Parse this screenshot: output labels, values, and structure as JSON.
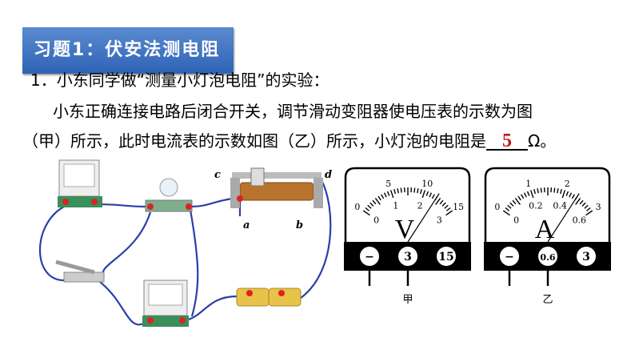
{
  "title": "习题1：伏安法测电阻",
  "question": {
    "line1": "1．小东同学做“测量小灯泡电阻”的实验：",
    "line2": "小东正确连接电路后闭合开关，调节滑动变阻器使电压表的示数为图",
    "line3_pre": "（甲）所示，此时电流表的示数如图（乙）所示，小灯泡的电阻是",
    "answer": "5",
    "unit": "Ω。"
  },
  "circuit": {
    "labels": {
      "c": "c",
      "d": "d",
      "a": "a",
      "b": "b"
    }
  },
  "voltmeter": {
    "symbol": "V",
    "caption": "甲",
    "scale_top": [
      "0",
      "5",
      "10",
      "15"
    ],
    "scale_bottom": [
      "0",
      "1",
      "2",
      "3"
    ],
    "terminals": [
      "−",
      "3",
      "15"
    ],
    "reading_fraction": 0.8
  },
  "ammeter": {
    "symbol": "A",
    "caption": "乙",
    "scale_top": [
      "0",
      "1",
      "2",
      "3"
    ],
    "scale_bottom": [
      "0",
      "0.2",
      "0.4",
      "0.6"
    ],
    "terminals": [
      "−",
      "0.6",
      "3"
    ],
    "reading_fraction": 0.8
  },
  "colors": {
    "title_bg": "#2f63b5",
    "answer": "#c0181c",
    "wire": "#2b3fa8"
  }
}
